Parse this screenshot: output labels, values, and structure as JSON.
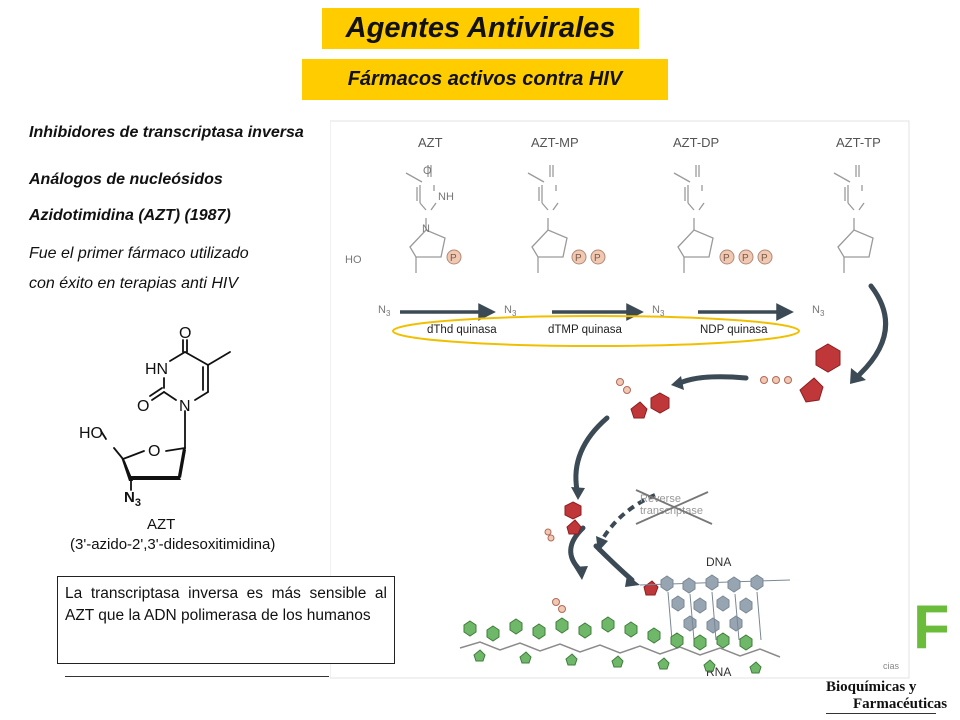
{
  "header": {
    "title": "Agentes Antivirales",
    "subtitle": "Fármacos activos contra HIV"
  },
  "left": {
    "heading1": "Inhibidores de transcriptasa inversa",
    "heading2": "Análogos de nucleósidos",
    "heading3": "Azidotimidina (AZT) (1987)",
    "text_line1": "Fue el primer fármaco utilizado",
    "text_line2": "con éxito en terapias anti HIV"
  },
  "structure": {
    "atom_o_top": "O",
    "atom_hn": "HN",
    "atom_o_left": "O",
    "atom_n": "N",
    "atom_ho": "HO",
    "atom_o_ring": "O",
    "atom_n3": "N",
    "atom_n3_sub": "3",
    "name": "AZT",
    "iupac": "(3'-azido-2',3'-didesoxitimidina)"
  },
  "pathway": {
    "labels": [
      "AZT",
      "AZT-MP",
      "AZT-DP",
      "AZT-TP"
    ],
    "ho_label": "HO",
    "p_label": "P",
    "atom_o": "O",
    "atom_nh": "NH",
    "atom_n": "N",
    "n3": "N",
    "n3_sub": "3",
    "enzymes": [
      "dThd quinasa",
      "dTMP quinasa",
      "NDP quinasa"
    ],
    "reverse_transcriptase_line1": "Reverse",
    "reverse_transcriptase_line2": "transcriptase",
    "dna_label": "DNA",
    "rna_label": "RNA"
  },
  "note": {
    "text": "La transcriptasa inversa es más sensible al AZT que la ADN polimerasa de los humanos"
  },
  "logo": {
    "letter": "F",
    "small_text": "cias",
    "line1": "Bioquímicas y",
    "line2": "Farmacéuticas"
  },
  "colors": {
    "accent": "#ffcc00",
    "arrow": "#3b4a54",
    "molecule_red": "#c0373a",
    "rna_green": "#6fb86a",
    "dna_gray": "#97a4b1",
    "phosphate": "#f1c8b2",
    "logo_green": "#6cbc3c"
  }
}
